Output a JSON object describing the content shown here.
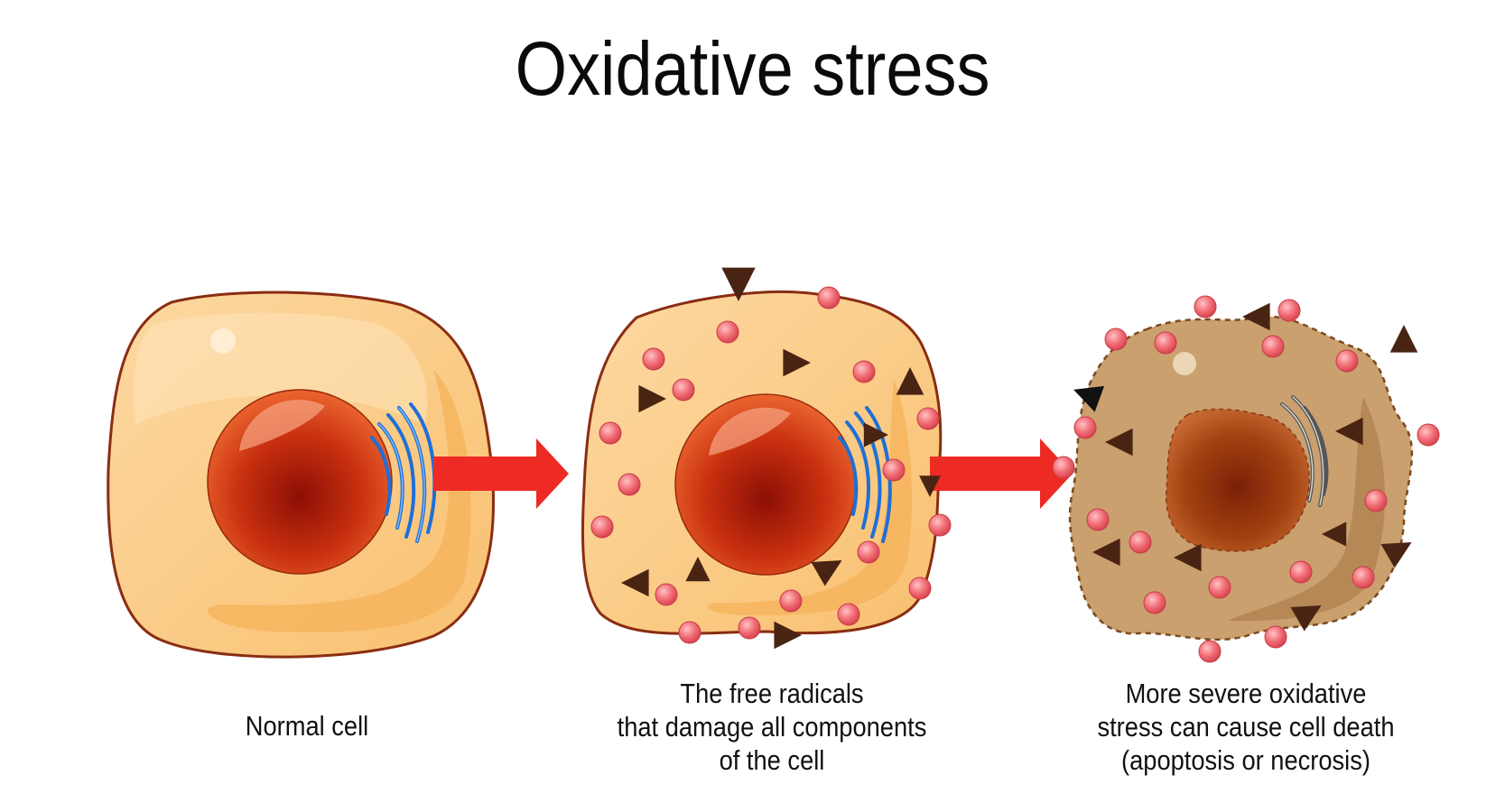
{
  "title": "Oxidative stress",
  "panels": [
    {
      "id": "normal",
      "caption_lines": [
        "Normal cell"
      ]
    },
    {
      "id": "damaged",
      "caption_lines": [
        "The free radicals",
        "that damage all components",
        "of the cell"
      ]
    },
    {
      "id": "dying",
      "caption_lines": [
        "More severe oxidative",
        "stress can cause cell death",
        "(apoptosis or necrosis)"
      ]
    }
  ],
  "colors": {
    "cell_fill": "#fcd396",
    "cell_stroke": "#8a2d12",
    "dead_cell_fill": "#c9a06e",
    "nucleus_outer": "#e8582b",
    "nucleus_inner": "#8c0f05",
    "golgi": "#1e6fd8",
    "arrow": "#ee2a24",
    "free_radical": "#f06b73",
    "triangle": "#4a2413"
  }
}
